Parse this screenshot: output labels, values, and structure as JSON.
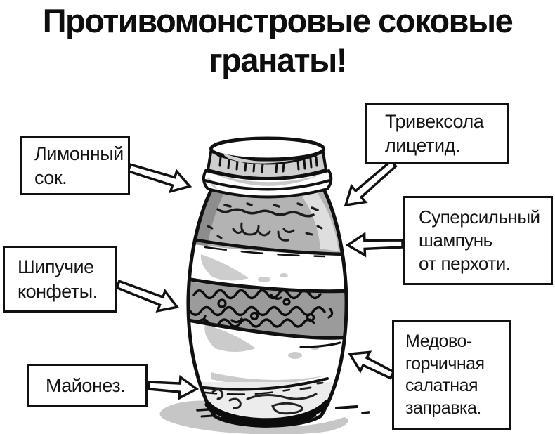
{
  "title": {
    "line1": "Противомонстровые соковые",
    "line2": "гранаты!"
  },
  "labels": {
    "lemon_juice": {
      "lines": [
        "Лимонный",
        "сок."
      ]
    },
    "trivexol": {
      "lines": [
        "Тривексола",
        "лицетид."
      ]
    },
    "shampoo": {
      "lines": [
        "Суперсильный",
        "шампунь",
        "от перхоти."
      ]
    },
    "fizzy_candy": {
      "lines": [
        "Шипучие",
        "конфеты."
      ]
    },
    "mayonnaise": {
      "lines": [
        "Майонез."
      ]
    },
    "dressing": {
      "lines": [
        "Медово-",
        "горчичная",
        "салатная",
        "заправка."
      ]
    }
  },
  "colors": {
    "ink": "#111111",
    "background": "#ffffff",
    "jar_light_gray": "#cfcfcf",
    "jar_mid_gray": "#b3b3b3",
    "jar_layer_gray": "#9b9b9b",
    "shadow_gray": "#c6c6c6"
  }
}
